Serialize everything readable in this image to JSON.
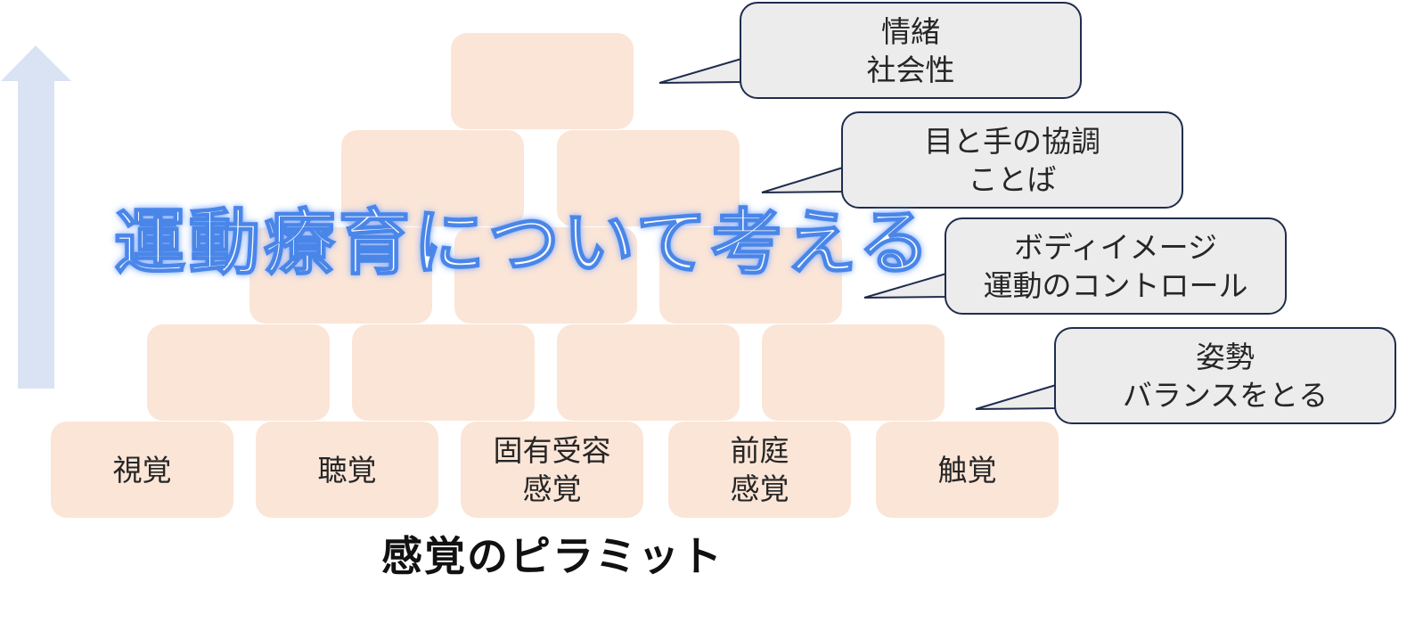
{
  "title": "運動療育について考える",
  "caption": "感覚のピラミット",
  "pyramid": {
    "base": [
      {
        "label": "視覚"
      },
      {
        "label": "聴覚"
      },
      {
        "label": "固有受容\n感覚"
      },
      {
        "label": "前庭\n感覚"
      },
      {
        "label": "触覚"
      }
    ]
  },
  "bubbles": [
    {
      "text": "情緒\n社会性"
    },
    {
      "text": "目と手の協調\nことば"
    },
    {
      "text": "ボディイメージ\n運動のコントロール"
    },
    {
      "text": "姿勢\nバランスをとる"
    }
  ],
  "colors": {
    "block_fill": "#fbe5d7",
    "bubble_fill": "#ececec",
    "bubble_border": "#1f2d4d",
    "arrow_fill": "#dae3f3",
    "title_outline": "#4a86e8"
  },
  "icons": {
    "arrow": "up-arrow-icon"
  }
}
